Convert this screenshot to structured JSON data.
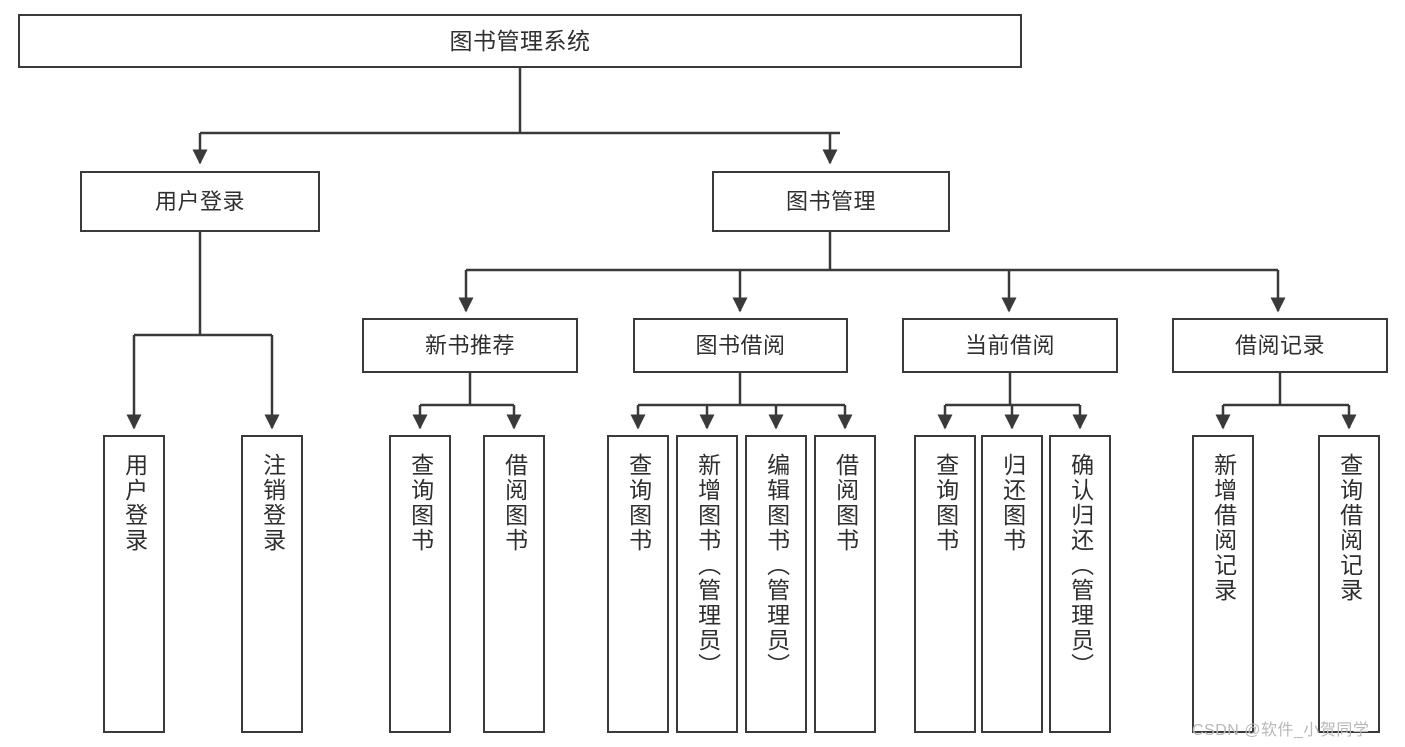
{
  "diagram": {
    "title": "图书管理系统",
    "type": "tree",
    "colors": {
      "background": "#ffffff",
      "node_fill": "#ffffff",
      "node_border": "#3a3a3a",
      "text": "#2f2f2f",
      "edge": "#3a3a3a",
      "watermark": "#b8b8b8"
    }
  },
  "watermark": {
    "text": "CSDN @软件_小贺同学"
  },
  "nodes": {
    "root": {
      "label": "图书管理系统"
    },
    "level2": [
      {
        "label": "用户登录"
      },
      {
        "label": "图书管理"
      }
    ],
    "level3": [
      {
        "label": "新书推荐"
      },
      {
        "label": "图书借阅"
      },
      {
        "label": "当前借阅"
      },
      {
        "label": "借阅记录"
      }
    ],
    "leaves": {
      "user_login": [
        {
          "label": "用户登录"
        },
        {
          "label": "注销登录"
        }
      ],
      "new_book_recommend": [
        {
          "label": "查询图书"
        },
        {
          "label": "借阅图书"
        }
      ],
      "book_borrow": [
        {
          "label": "查询图书"
        },
        {
          "label": "新增图书（管理员）"
        },
        {
          "label": "编辑图书（管理员）"
        },
        {
          "label": "借阅图书"
        }
      ],
      "current_borrow": [
        {
          "label": "查询图书"
        },
        {
          "label": "归还图书"
        },
        {
          "label": "确认归还（管理员）"
        }
      ],
      "borrow_record": [
        {
          "label": "新增借阅记录"
        },
        {
          "label": "查询借阅记录"
        }
      ]
    }
  }
}
